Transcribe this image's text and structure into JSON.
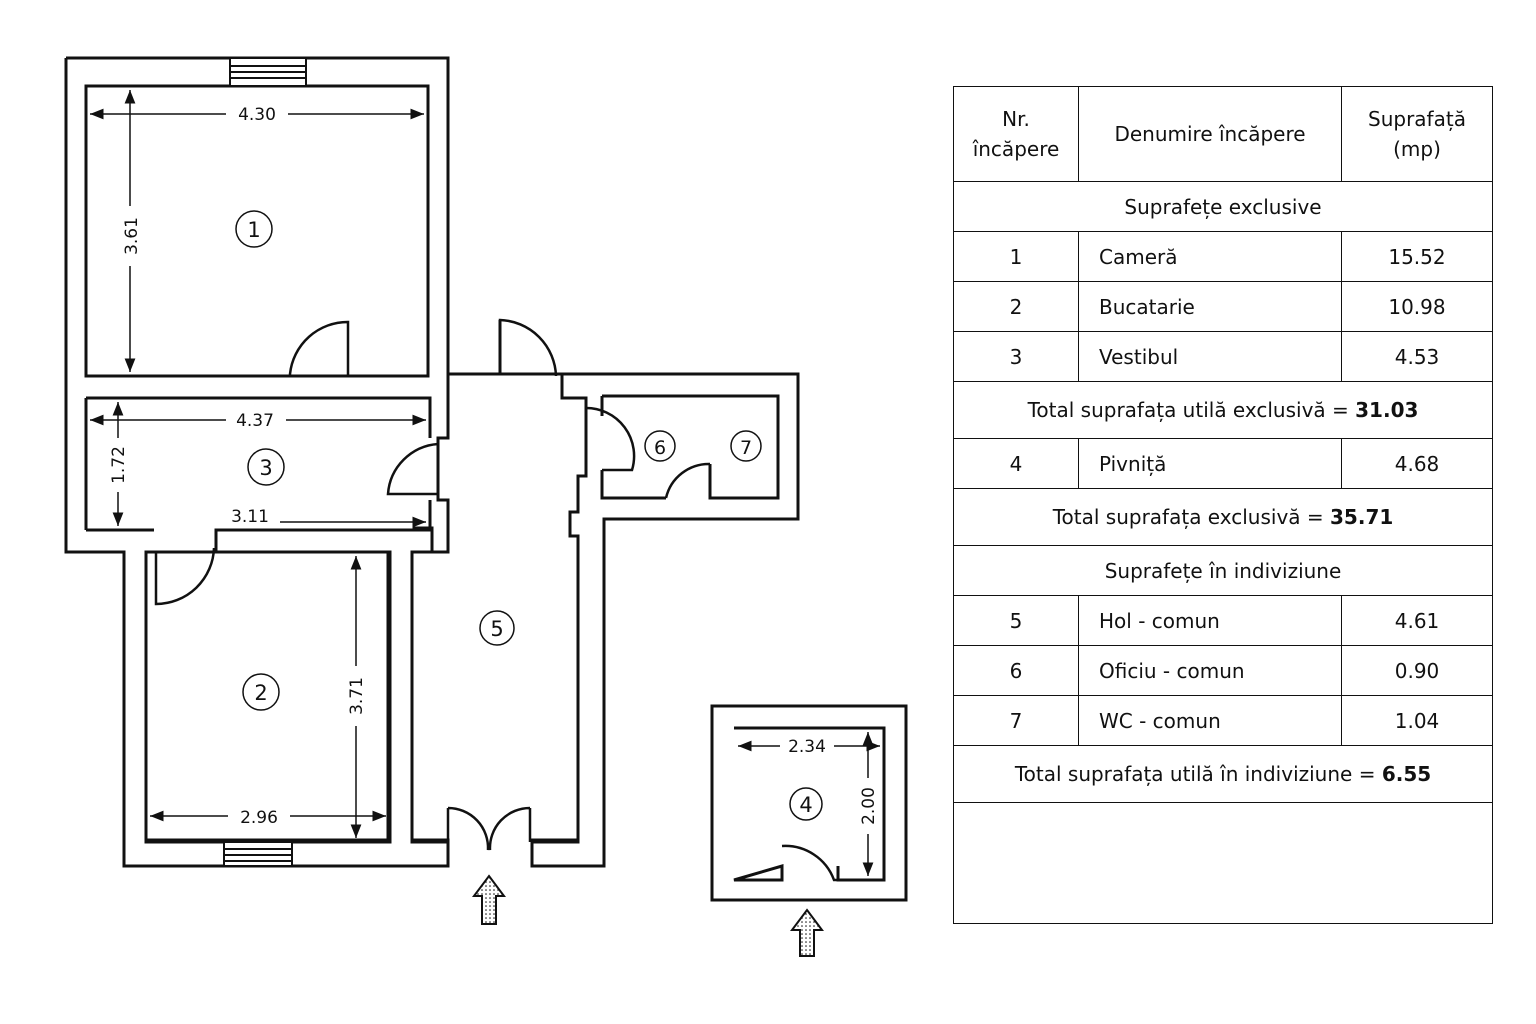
{
  "plan": {
    "rooms": [
      {
        "number": "1"
      },
      {
        "number": "2"
      },
      {
        "number": "3"
      },
      {
        "number": "4"
      },
      {
        "number": "5"
      },
      {
        "number": "6"
      },
      {
        "number": "7"
      }
    ],
    "dimensions": {
      "room1_width": "4.30",
      "room1_height": "3.61",
      "room3_width_top": "4.37",
      "room3_height": "1.72",
      "room3_width_bottom": "3.11",
      "room2_height": "3.71",
      "room2_width": "2.96",
      "room4_width": "2.34",
      "room4_height": "2.00"
    }
  },
  "table": {
    "headers": {
      "nr": "Nr. încăpere",
      "name": "Denumire încăpere",
      "area": "Suprafață (mp)"
    },
    "section_exclusive": "Suprafețe exclusive",
    "exclusive_rows": [
      {
        "nr": "1",
        "name": "Cameră",
        "area": "15.52"
      },
      {
        "nr": "2",
        "name": "Bucatarie",
        "area": "10.98"
      },
      {
        "nr": "3",
        "name": "Vestibul",
        "area": "4.53"
      }
    ],
    "total_util_exclusiv_label": "Total suprafața utilă exclusivă =",
    "total_util_exclusiv_value": "31.03",
    "cellar_row": {
      "nr": "4",
      "name": "Pivniță",
      "area": "4.68"
    },
    "total_exclusiv_label": "Total suprafața exclusivă =",
    "total_exclusiv_value": "35.71",
    "section_shared": "Suprafețe în indiviziune",
    "shared_rows": [
      {
        "nr": "5",
        "name": "Hol - comun",
        "area": "4.61"
      },
      {
        "nr": "6",
        "name": "Oficiu - comun",
        "area": "0.90"
      },
      {
        "nr": "7",
        "name": "WC - comun",
        "area": "1.04"
      }
    ],
    "total_shared_label": "Total suprafața utilă în indiviziune =",
    "total_shared_value": "6.55"
  }
}
